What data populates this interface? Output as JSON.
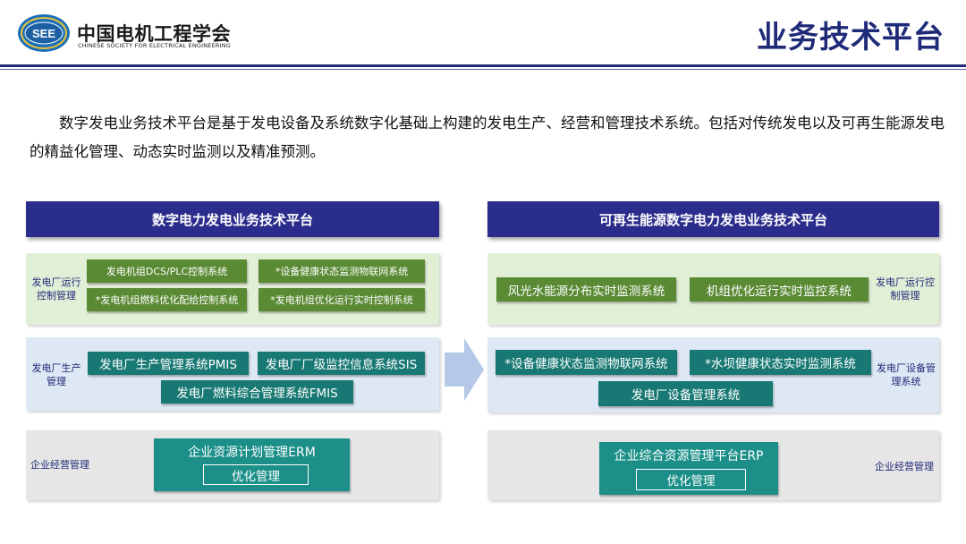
{
  "header": {
    "logo_text": "SEE",
    "org_name_cn": "中国电机工程学会",
    "org_name_en": "CHINESE SOCIETY FOR ELECTRICAL ENGINEERING",
    "page_title": "业务技术平台"
  },
  "intro": "数字发电业务技术平台是基于发电设备及系统数字化基础上构建的发电生产、经营和管理技术系统。包括对传统发电以及可再生能源发电的精益化管理、动态实时监测以及精准预测。",
  "left": {
    "title": "数字电力发电业务技术平台",
    "row1": {
      "label": "发电厂运行控制管理",
      "items": [
        "发电机组DCS/PLC控制系统",
        "*设备健康状态监测物联网系统",
        "*发电机组燃料优化配给控制系统",
        "*发电机组优化运行实时控制系统"
      ]
    },
    "row2": {
      "label": "发电厂生产管理",
      "items": [
        "发电厂生产管理系统PMIS",
        "发电厂厂级监控信息系统SIS",
        "发电厂燃料综合管理系统FMIS"
      ]
    },
    "row3": {
      "label": "企业经营管理",
      "system": "企业资源计划管理ERM",
      "sub": "优化管理"
    }
  },
  "right": {
    "title": "可再生能源数字电力发电业务技术平台",
    "row1": {
      "label": "发电厂运行控制管理",
      "items": [
        "风光水能源分布实时监测系统",
        "机组优化运行实时监控系统"
      ]
    },
    "row2": {
      "label": "发电厂设备管理系统",
      "items": [
        "*设备健康状态监测物联网系统",
        "*水坝健康状态实时监测系统",
        "发电厂设备管理系统"
      ]
    },
    "row3": {
      "label": "企业经营管理",
      "system": "企业综合资源管理平台ERP",
      "sub": "优化管理"
    }
  },
  "colors": {
    "title_blue": "#1f2a78",
    "header_bar": "#2b2d8c",
    "green_box": "#5a8a34",
    "teal_box": "#187873",
    "teal_big": "#1b8f88",
    "arrow": "#b5c8e8"
  },
  "icons": {
    "logo": "see-logo-icon",
    "arrow": "right-arrow-icon"
  }
}
